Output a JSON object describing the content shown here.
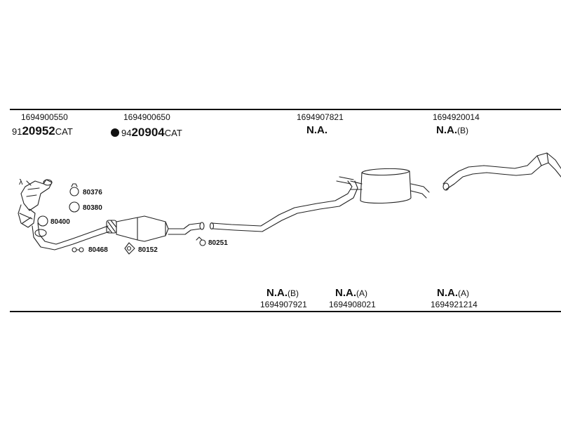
{
  "top_parts": [
    {
      "part_number": "1694900550",
      "code_prefix": "91",
      "code_main": "20952",
      "code_suffix": "CAT",
      "marker": "none"
    },
    {
      "part_number": "1694900650",
      "code_prefix": "94",
      "code_main": "20904",
      "code_suffix": "CAT",
      "marker": "filled-dot"
    },
    {
      "part_number": "1694907821",
      "na_label": "N.A.",
      "na_variant": ""
    },
    {
      "part_number": "1694920014",
      "na_label": "N.A.",
      "na_variant": "(B)"
    }
  ],
  "bottom_parts": [
    {
      "part_number": "1694907921",
      "na_label": "N.A.",
      "na_variant": "(B)"
    },
    {
      "part_number": "1694908021",
      "na_label": "N.A.",
      "na_variant": "(A)"
    },
    {
      "part_number": "1694921214",
      "na_label": "N.A.",
      "na_variant": "(A)"
    }
  ],
  "accessories": [
    {
      "code": "80376",
      "icon": "clamp-icon"
    },
    {
      "code": "80380",
      "icon": "ring-icon"
    },
    {
      "code": "80400",
      "icon": "ring-clamp-icon"
    },
    {
      "code": "80468",
      "icon": "bolt-pair-icon"
    },
    {
      "code": "80152",
      "icon": "flange-gasket-icon"
    },
    {
      "code": "80251",
      "icon": "rubber-hanger-icon"
    }
  ],
  "sensor_symbol": "λ"
}
